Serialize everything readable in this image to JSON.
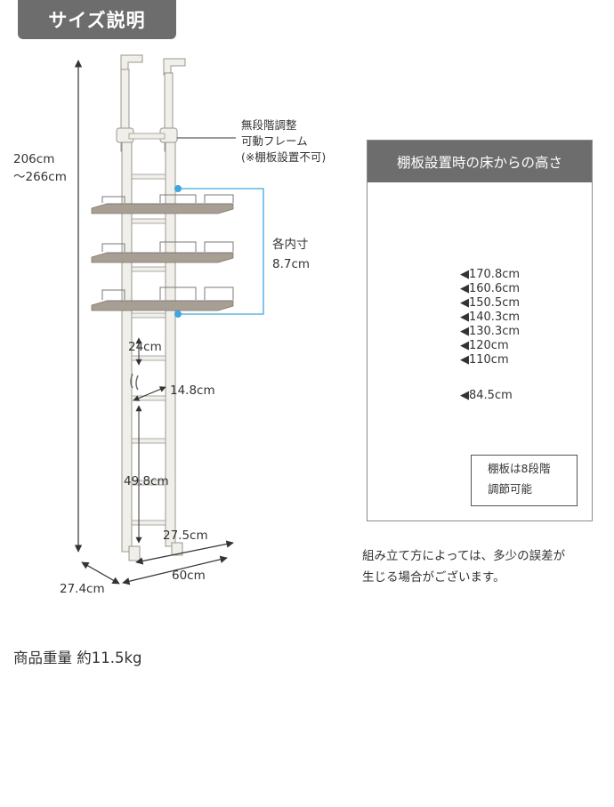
{
  "title": "サイズ説明",
  "main": {
    "height_label_1": "206cm",
    "height_label_2": "～266cm",
    "frame_note": [
      "無段階調整",
      "可動フレーム",
      "(※棚板設置不可)"
    ],
    "shelf_spacing": [
      "各内寸",
      "8.7cm"
    ],
    "dim_24": "24cm",
    "dim_148": "14.8cm",
    "dim_498": "49.8cm",
    "dim_275": "27.5cm",
    "dim_60": "60cm",
    "dim_274": "27.4cm"
  },
  "panel": {
    "title": "棚板設置時の床からの高さ",
    "heights": [
      "◀170.8cm",
      "◀160.6cm",
      "◀150.5cm",
      "◀140.3cm",
      "◀130.3cm",
      "◀120cm",
      "◀110cm",
      "◀84.5cm"
    ],
    "note": [
      "棚板は8段階",
      "調節可能"
    ]
  },
  "error_note": [
    "組み立て方によっては、多少の誤差が",
    "生じる場合がございます。"
  ],
  "weight": "商品重量 約11.5kg",
  "colors": {
    "header_bg": "#6d6d6d",
    "frame": "#f1efe9",
    "shelf_wood": "#a79f93",
    "accent_blue": "#3fa6df"
  }
}
